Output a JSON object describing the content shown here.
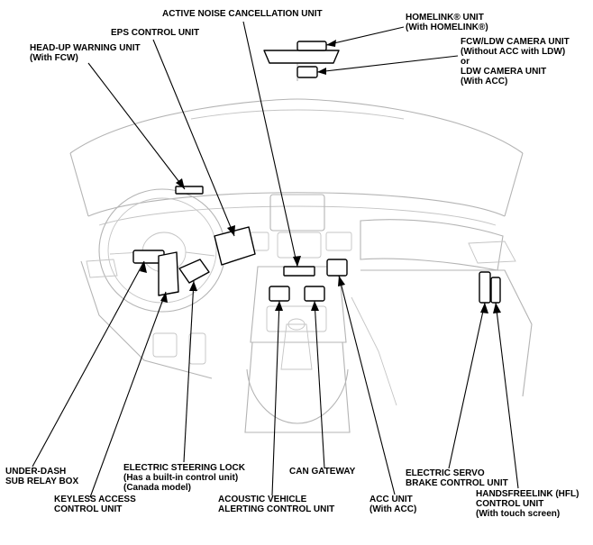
{
  "diagram": {
    "labels": {
      "active_noise_cancellation": [
        "ACTIVE NOISE CANCELLATION UNIT"
      ],
      "eps_control": [
        "EPS CONTROL UNIT"
      ],
      "head_up_warning": [
        "HEAD-UP WARNING UNIT",
        "(With FCW)"
      ],
      "homelink": [
        "HOMELINK® UNIT",
        "(With HOMELINK®)"
      ],
      "fcw_ldw_camera": [
        "FCW/LDW CAMERA UNIT",
        "(Without ACC with LDW)",
        "or",
        "LDW CAMERA UNIT",
        "(With ACC)"
      ],
      "under_dash_relay": [
        "UNDER-DASH",
        "SUB RELAY BOX"
      ],
      "keyless_access": [
        "KEYLESS ACCESS",
        "CONTROL UNIT"
      ],
      "electric_steering_lock": [
        "ELECTRIC STEERING LOCK",
        "(Has a built-in control unit)",
        "(Canada model)"
      ],
      "acoustic_vehicle_alerting": [
        "ACOUSTIC VEHICLE",
        "ALERTING CONTROL UNIT"
      ],
      "can_gateway": [
        "CAN GATEWAY"
      ],
      "acc_unit": [
        "ACC UNIT",
        "(With ACC)"
      ],
      "electric_servo_brake": [
        "ELECTRIC SERVO",
        "BRAKE CONTROL UNIT"
      ],
      "handsfreelink": [
        "HANDSFREELINK (HFL)",
        "CONTROL UNIT",
        "(With touch screen)"
      ]
    }
  }
}
